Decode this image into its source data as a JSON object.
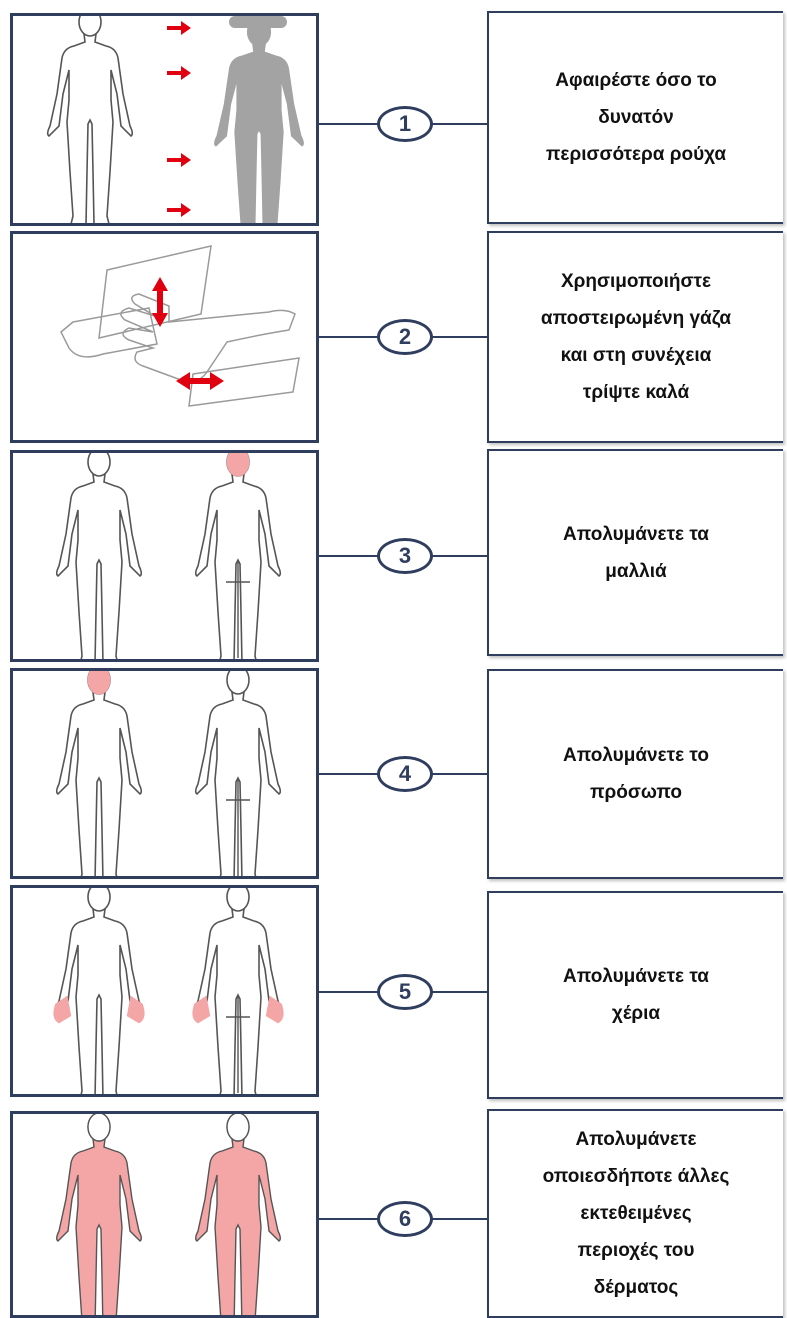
{
  "colors": {
    "frame": "#2f3d5e",
    "highlight": "#f4a6a6",
    "arrow": "#e0000f",
    "silhouette": "#a3a3a3"
  },
  "steps": [
    {
      "number": "1",
      "text": "Αφαιρέστε όσο το\nδυνατόν\nπερισσότερα ρούχα",
      "icon": "undress-figure-icon"
    },
    {
      "number": "2",
      "text": "Χρησιμοποιήστε\nαποστειρωμένη γάζα\nκαι στη συνέχεια\nτρίψτε καλά",
      "icon": "hands-gauze-icon"
    },
    {
      "number": "3",
      "text": "Απολυμάνετε τα\nμαλλιά",
      "icon": "hair-highlight-icon"
    },
    {
      "number": "4",
      "text": "Απολυμάνετε το\nπρόσωπο",
      "icon": "face-highlight-icon"
    },
    {
      "number": "5",
      "text": "Απολυμάνετε τα\nχέρια",
      "icon": "hands-highlight-icon"
    },
    {
      "number": "6",
      "text": "Απολυμάνετε\nοποιεσδήποτε άλλες\nεκτεθειμένες\nπεριοχές του\nδέρματος",
      "icon": "full-body-highlight-icon"
    }
  ]
}
